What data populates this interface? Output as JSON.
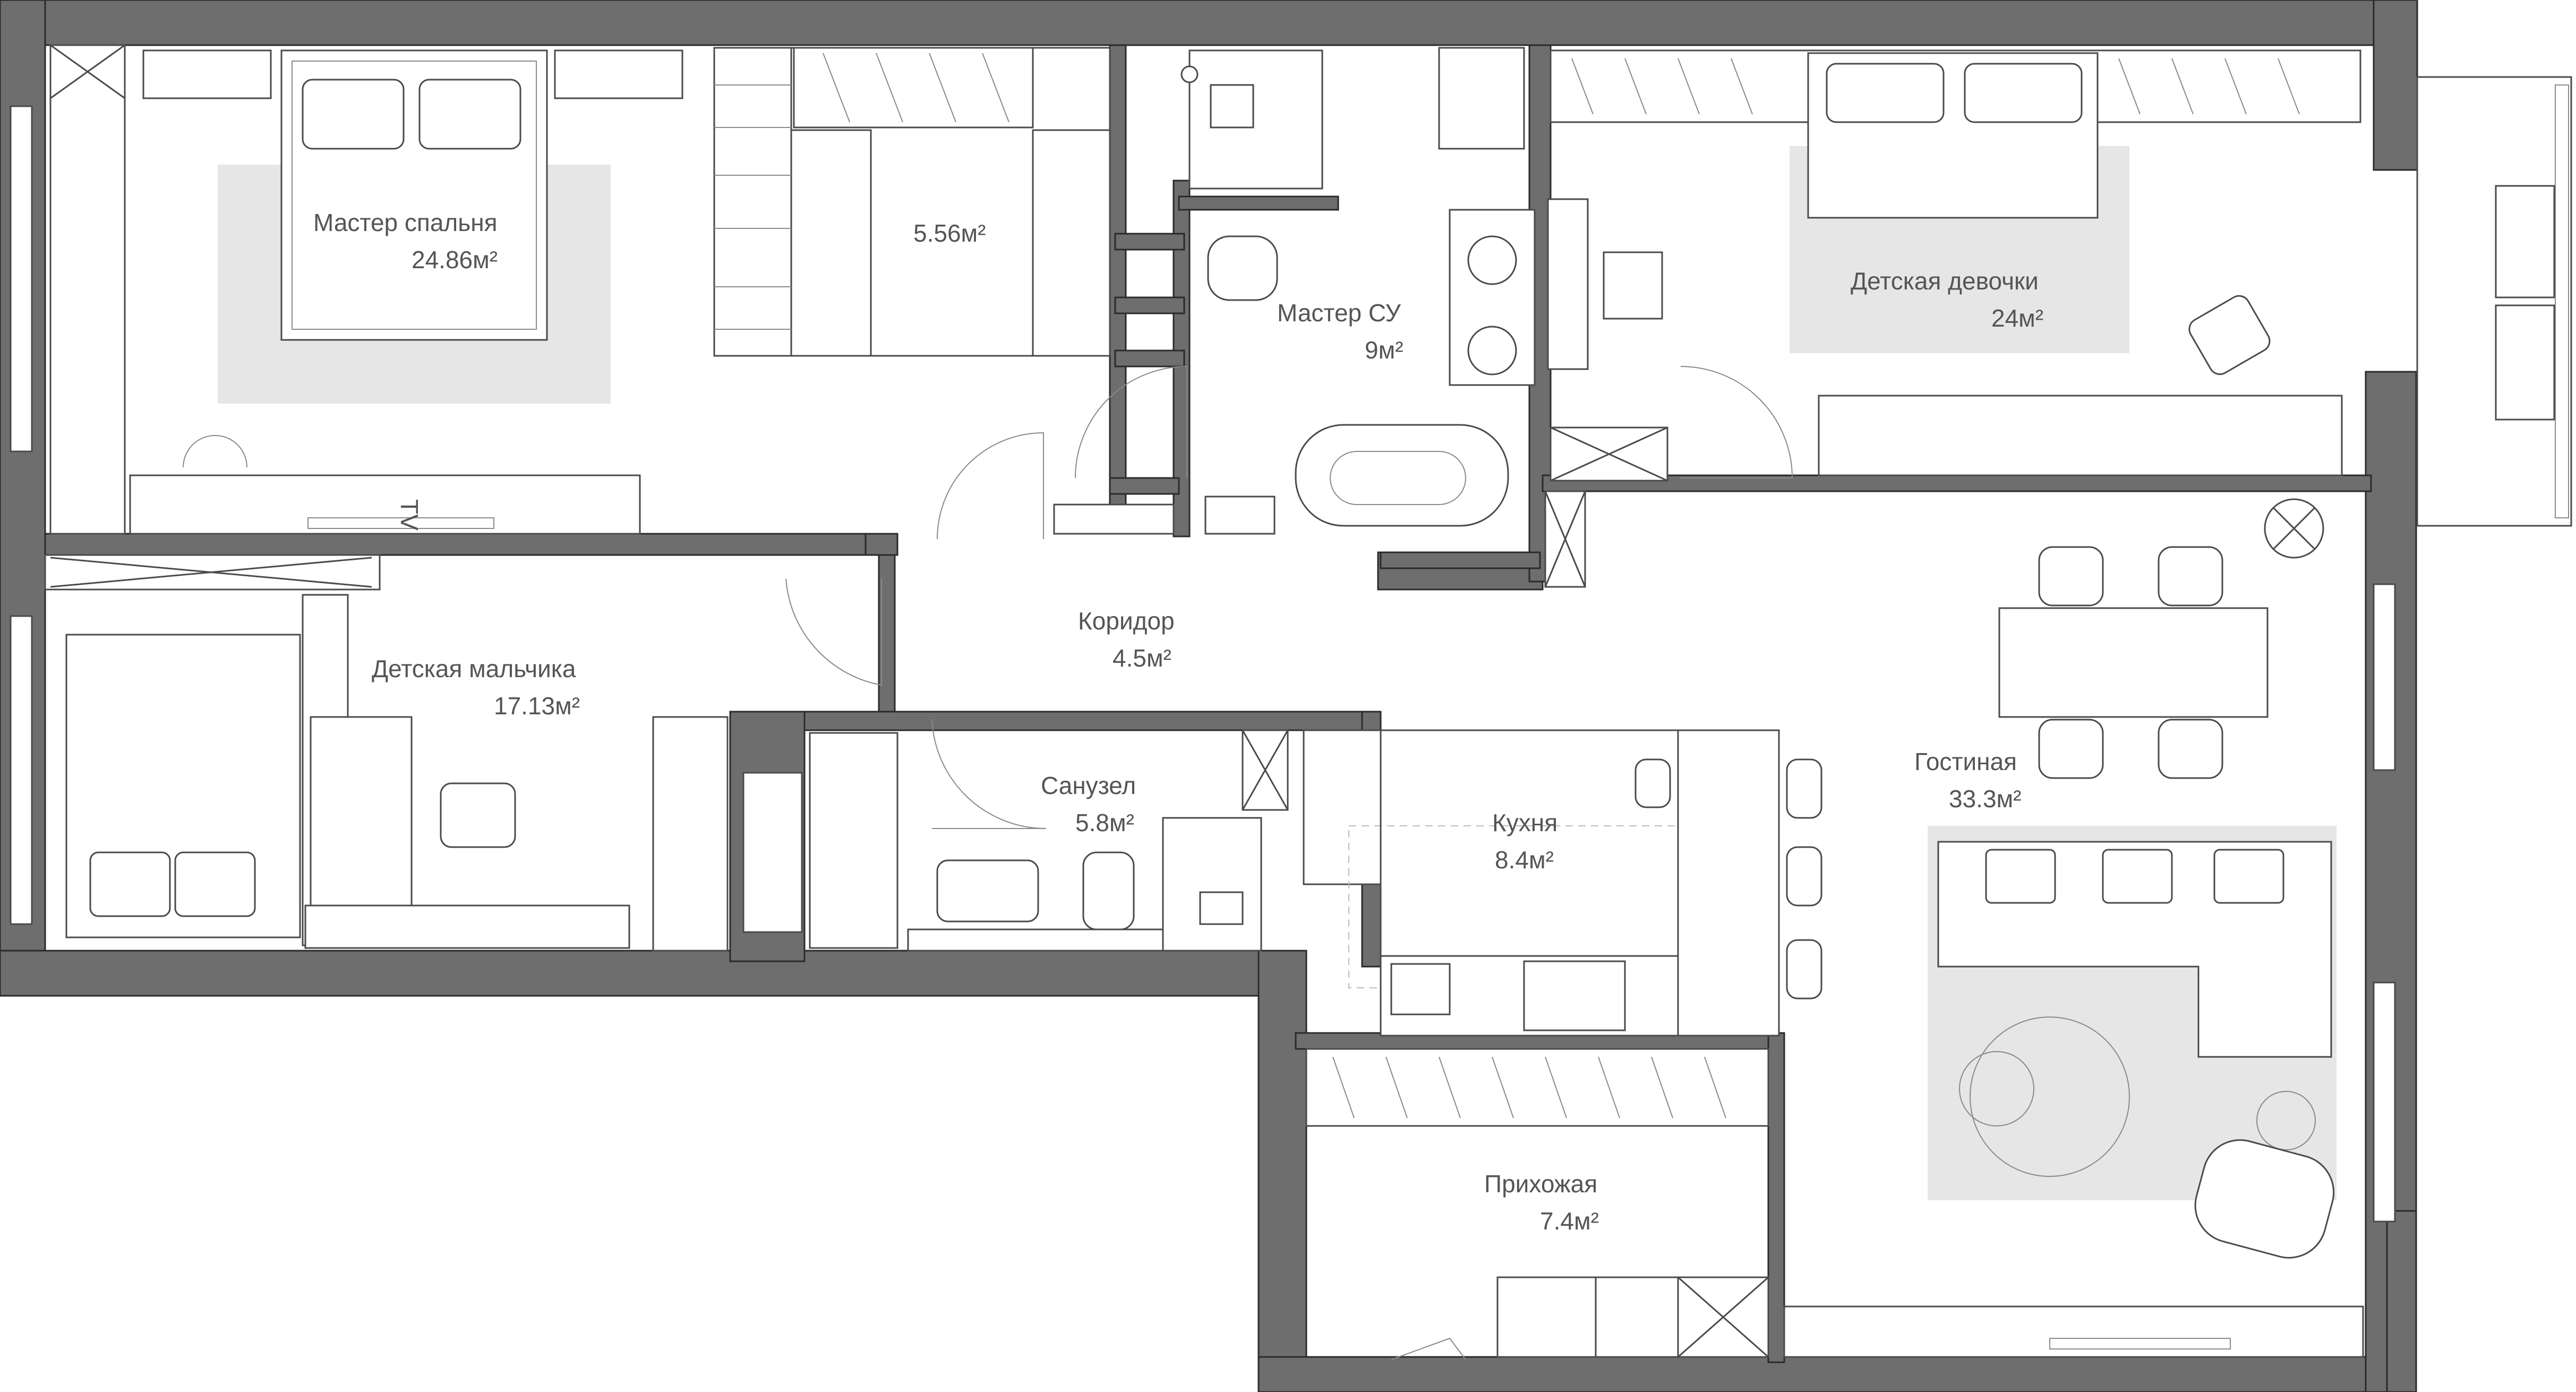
{
  "rooms": {
    "master_bedroom": {
      "name": "Мастер спальня",
      "area": "24.86м²"
    },
    "closet": {
      "area": "5.56м²"
    },
    "master_bath": {
      "name": "Мастер СУ",
      "area": "9м²"
    },
    "girls_room": {
      "name": "Детская девочки",
      "area": "24м²"
    },
    "corridor": {
      "name": "Коридор",
      "area": "4.5м²"
    },
    "boys_room": {
      "name": "Детская мальчика",
      "area": "17.13м²"
    },
    "bathroom": {
      "name": "Санузел",
      "area": "5.8м²"
    },
    "kitchen": {
      "name": "Кухня",
      "area": "8.4м²"
    },
    "living_room": {
      "name": "Гостиная",
      "area": "33.3м²"
    },
    "hallway": {
      "name": "Прихожая",
      "area": "7.4м²"
    }
  },
  "tv_label": "TV",
  "colors": {
    "wall": "#6e6e6e",
    "rug": "#e6e6e6",
    "line": "#4a4a4a",
    "text": "#555555"
  }
}
